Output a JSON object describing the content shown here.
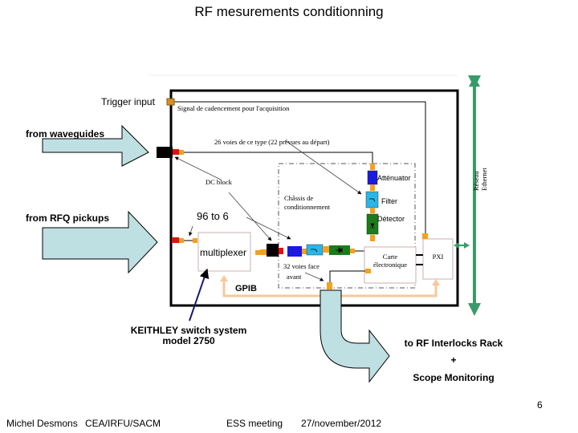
{
  "slide": {
    "title": "RF mesurements conditionning",
    "page_number": "6"
  },
  "labels": {
    "trigger_input": "Trigger input",
    "from_waveguides": "from waveguides",
    "from_rfq_pickups": "from RFQ pickups",
    "ratio": "96 to 6",
    "multiplexer": "multiplexer",
    "attenuator": "Atténuator",
    "filter": "Filter",
    "detector": "Détector",
    "gpib": "GPIB",
    "keithley_line1": "KEITHLEY switch system",
    "keithley_line2": "model 2750",
    "output_line1": "to RF Interlocks Rack",
    "output_plus": "+",
    "output_line2": "Scope Monitoring"
  },
  "french_annotations": {
    "signal": "Signal de cadencement pour l'acquisition",
    "voies": "26 voies de ce type (22 prévues au départ)",
    "dc_block": "DC block",
    "chassis_line1": "Châssis de",
    "chassis_line2": "conditionnement",
    "voies_face_line1": "32 voies face",
    "voies_face_line2": "avant",
    "carte_line1": "Carte",
    "carte_line2": "électronique",
    "pxi": "PXI",
    "reseau_line1": "Réseau",
    "reseau_line2": "Ethernet"
  },
  "colors": {
    "arrow_fill": "#bfe0e3",
    "ethernet_green": "#3a9a6a",
    "gpib_peach": "#f8c89a",
    "connector_orange": "#f5a020",
    "connector_red": "#e41010",
    "attenuator_blue": "#1a1ae0",
    "filter_cyan": "#2ab6e6",
    "detector_green": "#1d7a1d",
    "keithley_pointer": "#1a1a6a"
  },
  "footer": {
    "author": "Michel Desmons",
    "org": "CEA/IRFU/SACM",
    "event": "ESS meeting",
    "date": "27/november/2012"
  }
}
